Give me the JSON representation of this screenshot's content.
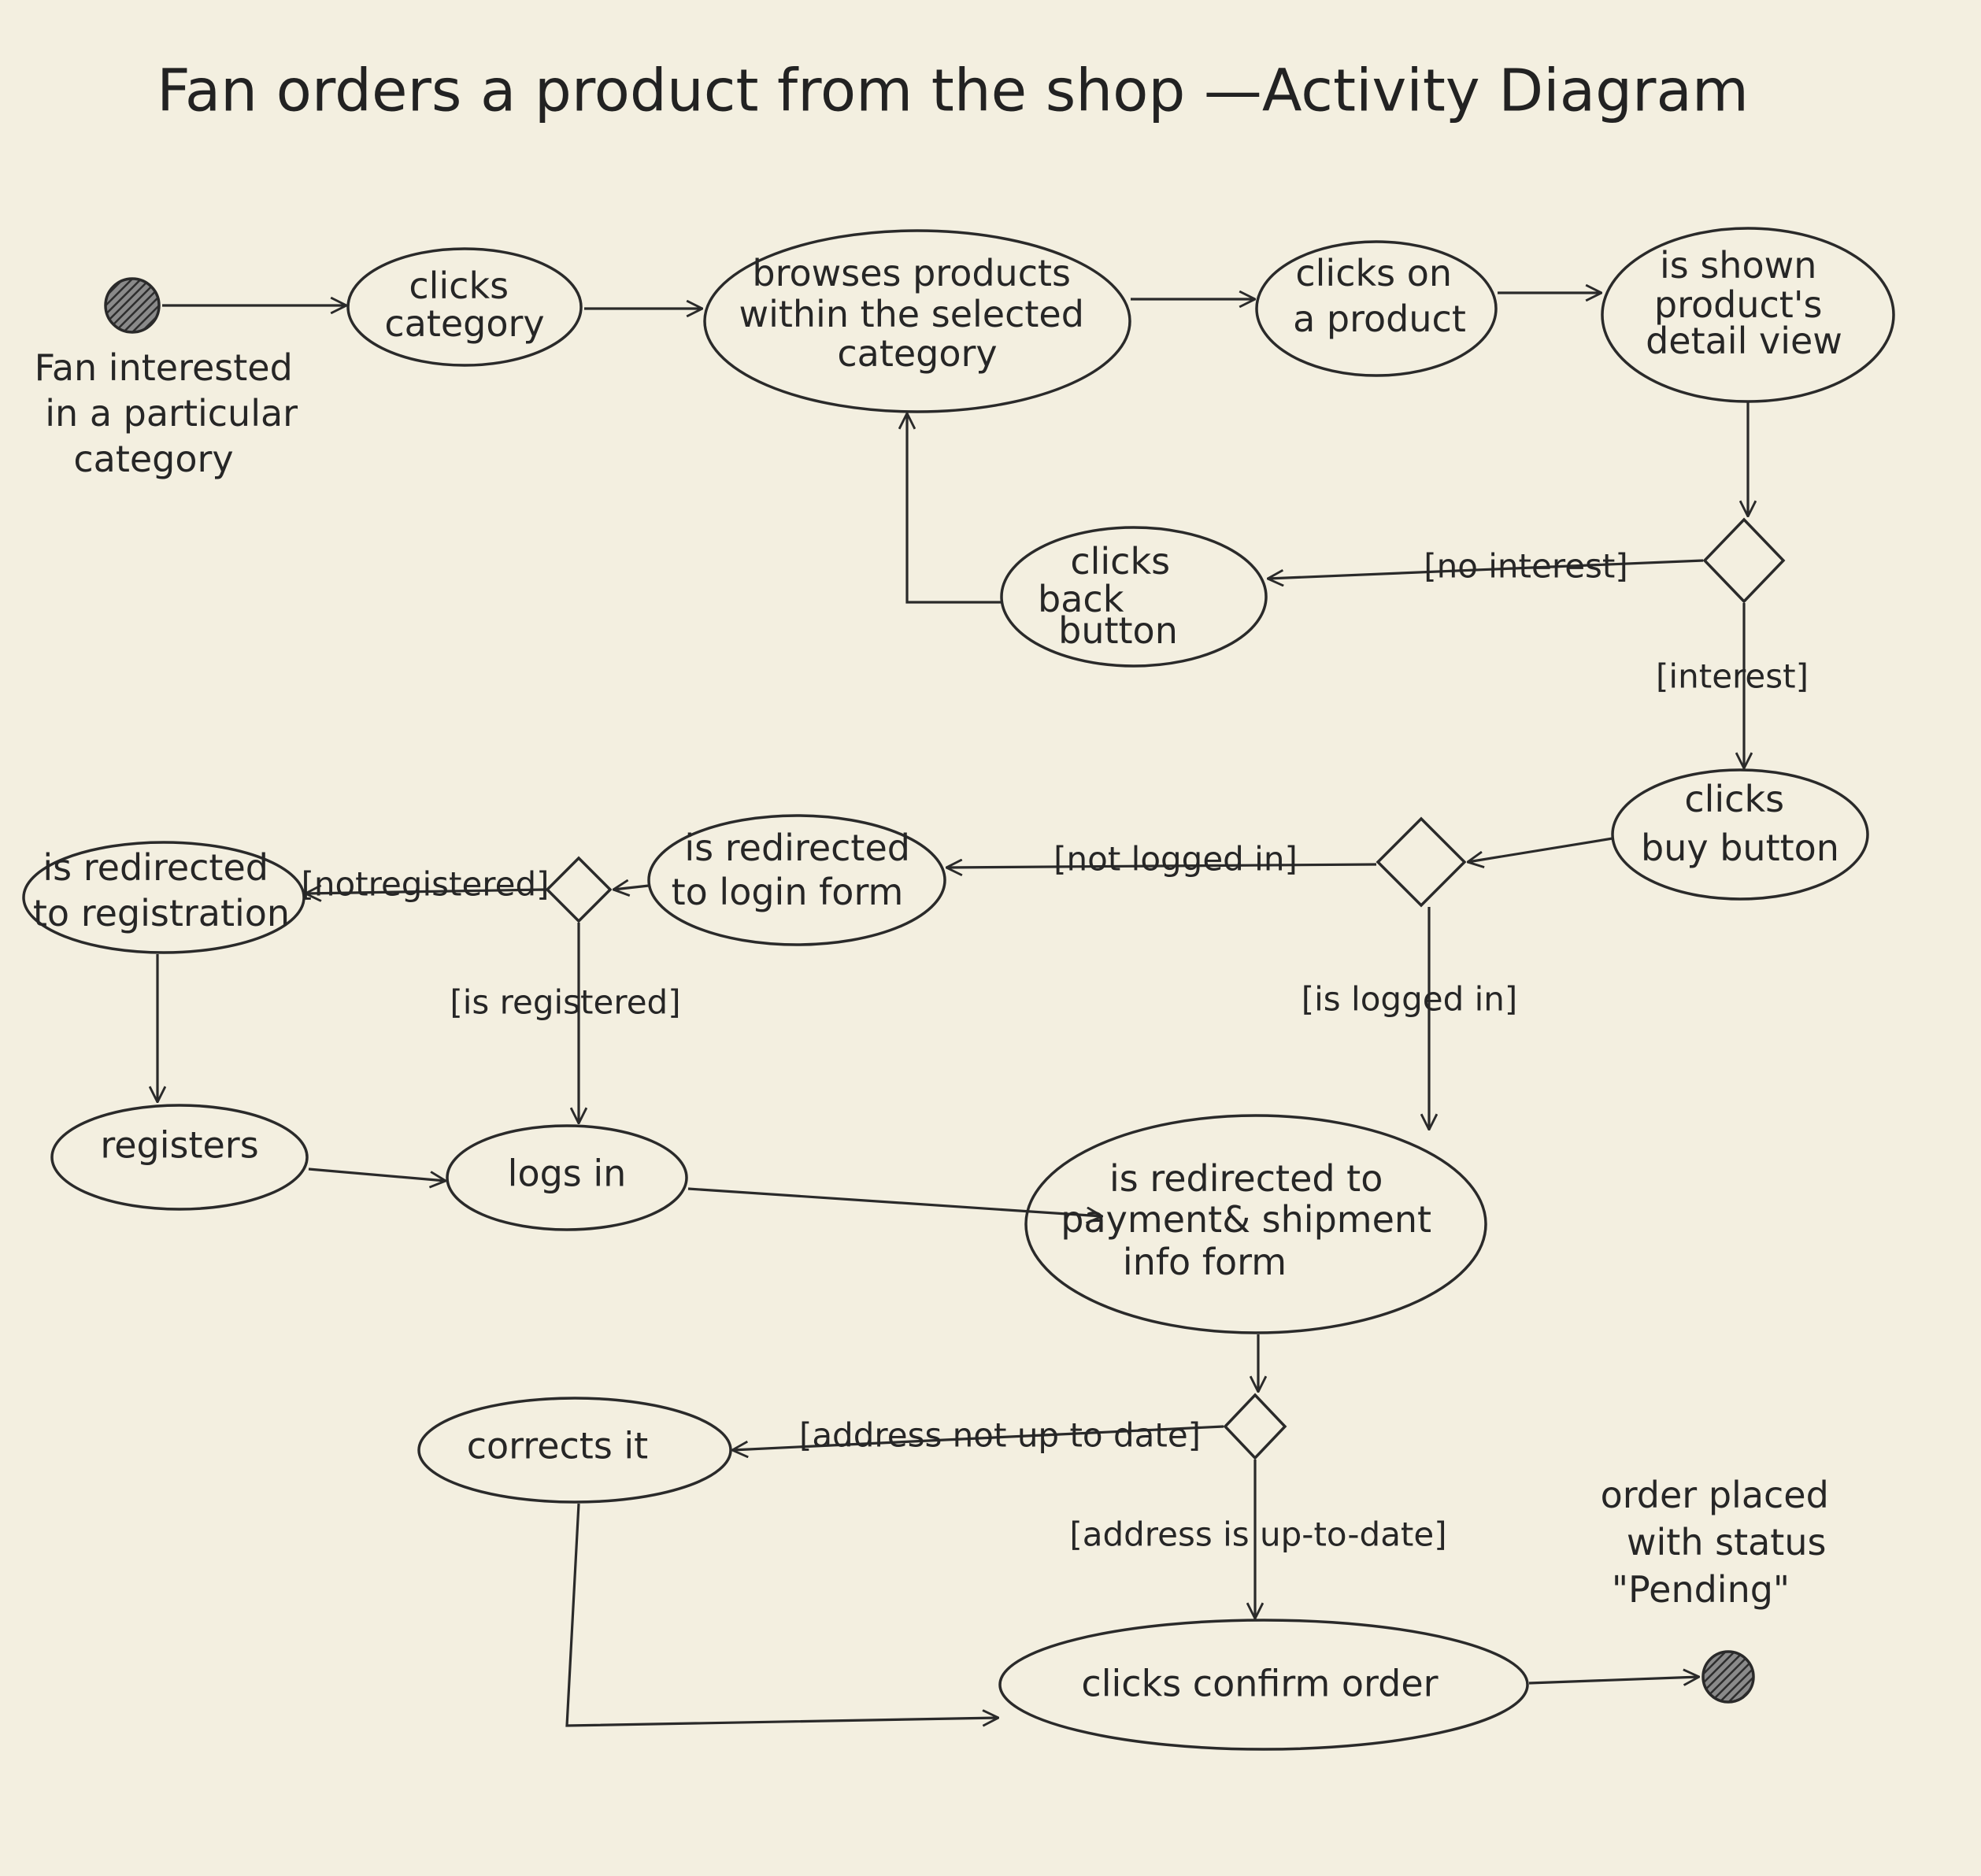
{
  "title": "Fan orders a product from the shop —Activity Diagram",
  "start_label": [
    "Fan interested",
    "in a particular",
    "category"
  ],
  "end_label": [
    "order placed",
    "with status",
    "\"Pending\""
  ],
  "nodes": {
    "clicks_category": [
      "clicks",
      "category"
    ],
    "browses_products": [
      "browses products",
      "within the selected",
      "category"
    ],
    "clicks_product": [
      "clicks on",
      "a product"
    ],
    "detail_view": [
      "is shown",
      "product's",
      "detail view"
    ],
    "back_button": [
      "clicks",
      "back",
      "button"
    ],
    "buy_button": [
      "clicks",
      "buy button"
    ],
    "login_form": [
      "is redirected",
      "to login form"
    ],
    "registration": [
      "is redirected",
      "to registration"
    ],
    "registers": [
      "registers"
    ],
    "logs_in": [
      "logs in"
    ],
    "payment_form": [
      "is redirected to",
      "payment& shipment",
      "info form"
    ],
    "corrects_it": [
      "corrects it"
    ],
    "confirm_order": [
      "clicks confirm order"
    ]
  },
  "guards": {
    "no_interest": "[no interest]",
    "interest": "[interest]",
    "not_logged_in": "[not logged in]",
    "is_logged_in": "[is logged in]",
    "not_registered": "[notregistered]",
    "is_registered": "[is registered]",
    "address_not_up_to_date": "[address not up to date]",
    "address_up_to_date": "[address is up-to-date]"
  },
  "colors": {
    "paper": "#f3efe0",
    "ink": "#2a2a2a",
    "node_dot": "#3a3a3a"
  }
}
